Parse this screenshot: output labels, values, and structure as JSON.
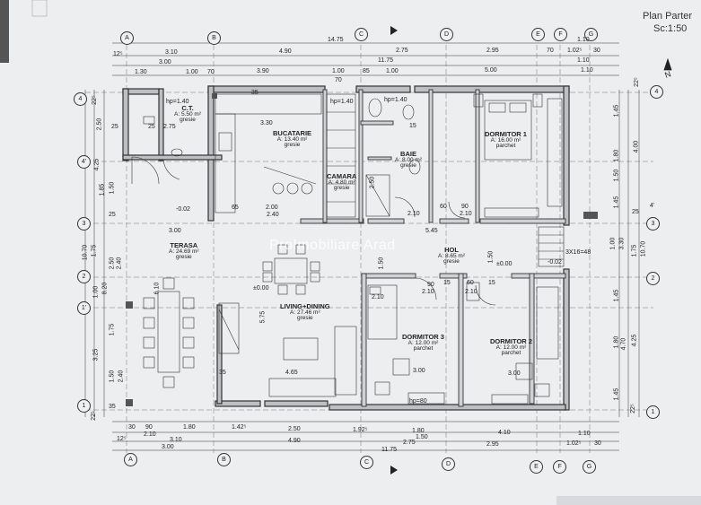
{
  "plan": {
    "title": "Plan Parter",
    "scale": "Sc:1:50",
    "watermark": "ProImobiliare Arad",
    "north": "N"
  },
  "axes": {
    "columns": [
      "A",
      "B",
      "C",
      "D",
      "E",
      "F",
      "G"
    ],
    "rows": [
      "4",
      "4'",
      "3",
      "2",
      "1'",
      "1"
    ]
  },
  "rooms": [
    {
      "name": "C.T.",
      "area": "A: 5.50 m²",
      "floor": "gresie"
    },
    {
      "name": "BUCATARIE",
      "area": "A: 13.40 m²",
      "floor": "gresie"
    },
    {
      "name": "CAMARA",
      "area": "A: 4.80 m²",
      "floor": "gresie"
    },
    {
      "name": "BAIE",
      "area": "A: 8.00 m²",
      "floor": "gresie"
    },
    {
      "name": "DORMITOR 1",
      "area": "A: 16.00 m²",
      "floor": "parchet"
    },
    {
      "name": "TERASA",
      "area": "A: 24.69 m²",
      "floor": "gresie"
    },
    {
      "name": "HOL",
      "area": "A: 8.65 m²",
      "floor": "gresie"
    },
    {
      "name": "LIVING+DINING",
      "area": "A: 27.46 m²",
      "floor": "gresie"
    },
    {
      "name": "DORMITOR 3",
      "area": "A: 12.00 m²",
      "floor": "parchet"
    },
    {
      "name": "DORMITOR 2",
      "area": "A: 12.00 m²",
      "floor": "parchet"
    }
  ],
  "dims": {
    "top_total": "14.75",
    "top_row1": [
      "3.10",
      "4.90",
      "2.75",
      "2.95",
      "1.10"
    ],
    "top_row2": [
      "3.00",
      "11.75",
      "1.10"
    ],
    "top_row3": [
      "1.30",
      "1.00",
      "70",
      "3.90",
      "1.00",
      "85",
      "1.00",
      "70",
      "5.00",
      "1.10"
    ],
    "top_small": [
      "12⁵",
      "70",
      "1.02⁵",
      "30"
    ],
    "bottom_row1": [
      "30",
      "90",
      "1.80",
      "1.42⁵",
      "2.50",
      "1.92⁵",
      "1.80",
      "4.10",
      "1.10"
    ],
    "bottom_row2": [
      "2.10",
      "1.50",
      "1.02⁵"
    ],
    "bottom_row3": [
      "12⁵",
      "3.10",
      "4.90",
      "2.75",
      "2.95",
      "30"
    ],
    "bottom_row4": [
      "3.00",
      "11.75"
    ],
    "left": [
      "22⁵",
      "2.50",
      "25",
      "4.25",
      "1.50",
      "1.85",
      "25",
      "10.70",
      "1.75",
      "8.20",
      "2.50",
      "2.40",
      "1.00",
      "1.75",
      "3.25",
      "1.50",
      "2.40",
      "35",
      "22⁵"
    ],
    "right": [
      "22⁵",
      "1.45",
      "4.00",
      "1.80",
      "1.50",
      "1.45",
      "25",
      "1.00",
      "3.30",
      "1.75",
      "10.70",
      "1.45",
      "1.80",
      "4.70",
      "4.25",
      "1.45",
      "22⁵"
    ],
    "interior": [
      "3.30",
      "2.75",
      "25",
      "2.00",
      "2.40",
      "65",
      "3.00",
      "5.45",
      "2.10",
      "60",
      "2.10",
      "90",
      "2.10",
      "1.50",
      "1.50",
      "90",
      "2.10",
      "15",
      "60",
      "15",
      "4.65",
      "3.00",
      "3.00",
      "35",
      "2.10",
      "6.10",
      "5.75",
      "hp=1.40",
      "hp=1.40",
      "hp=1.40",
      "hp=80",
      "35",
      "15",
      "2.50",
      "-0.02",
      "-0.02",
      "±0.00",
      "±0.00",
      "3X16=48"
    ]
  }
}
